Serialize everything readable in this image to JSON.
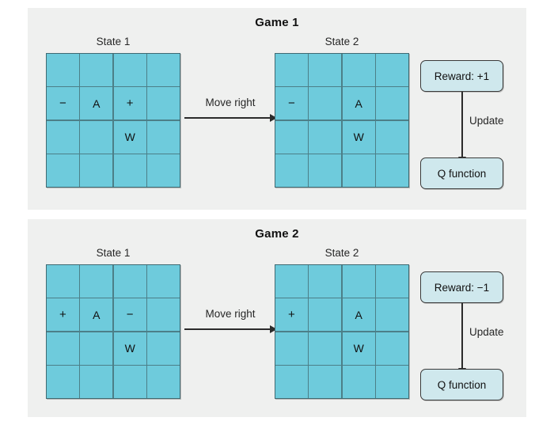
{
  "figure": {
    "background": "#ffffff",
    "panel_background": "#eff0ef",
    "cell_color": "#6ecbdc",
    "box_color": "#cfe8ed",
    "border_color": "#3a3a3a"
  },
  "panels": [
    {
      "title": "Game 1",
      "state1_label": "State 1",
      "state2_label": "State 2",
      "action_label": "Move right",
      "reward_label": "Reward: +1",
      "update_label": "Update",
      "qfunction_label": "Q function",
      "state1_grid": [
        [
          "",
          "",
          "",
          ""
        ],
        [
          "−",
          "A",
          "+",
          ""
        ],
        [
          "",
          "",
          "W",
          ""
        ],
        [
          "",
          "",
          "",
          ""
        ]
      ],
      "state2_grid": [
        [
          "",
          "",
          "",
          ""
        ],
        [
          "−",
          "",
          "A",
          ""
        ],
        [
          "",
          "",
          "W",
          ""
        ],
        [
          "",
          "",
          "",
          ""
        ]
      ]
    },
    {
      "title": "Game 2",
      "state1_label": "State 1",
      "state2_label": "State 2",
      "action_label": "Move right",
      "reward_label": "Reward: −1",
      "update_label": "Update",
      "qfunction_label": "Q function",
      "state1_grid": [
        [
          "",
          "",
          "",
          ""
        ],
        [
          "+",
          "A",
          "−",
          ""
        ],
        [
          "",
          "",
          "W",
          ""
        ],
        [
          "",
          "",
          "",
          ""
        ]
      ],
      "state2_grid": [
        [
          "",
          "",
          "",
          ""
        ],
        [
          "+",
          "",
          "A",
          ""
        ],
        [
          "",
          "",
          "W",
          ""
        ],
        [
          "",
          "",
          "",
          ""
        ]
      ]
    }
  ]
}
